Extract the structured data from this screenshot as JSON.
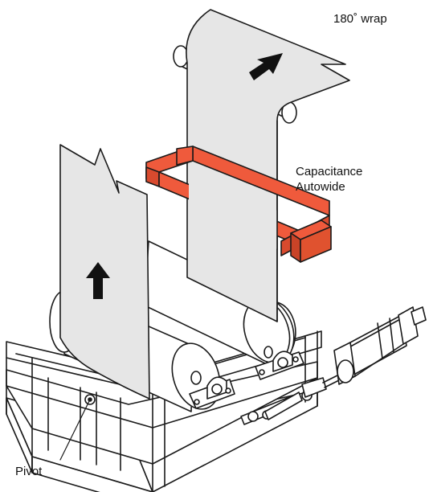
{
  "labels": {
    "wrap": "180˚ wrap",
    "capacitance_line1": "Capacitance",
    "capacitance_line2": "Autowide",
    "pivot": "Pivot"
  },
  "colors": {
    "web": "#e6e6e6",
    "sensor": "#ef5a3c",
    "frame": "#ffffff",
    "outline": "#1a1a1a",
    "arrow": "#111111"
  },
  "icons": [
    "up-arrow-icon",
    "up-arrow-icon"
  ]
}
